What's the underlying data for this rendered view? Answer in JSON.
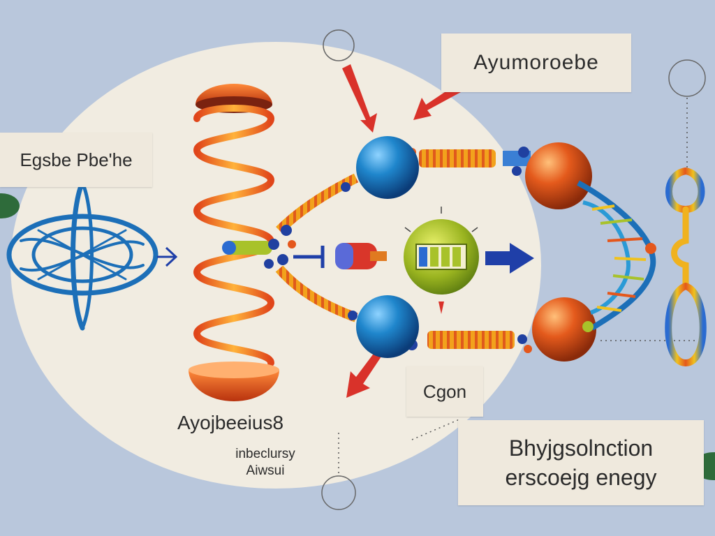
{
  "labels": {
    "top_right": "Ayumoroebe",
    "left": "Egsbe Pbe'he",
    "bottom_center": "Ayojbeeius8",
    "bottom_sub_1": "inbeclursy",
    "bottom_sub_2": "Aiwsui",
    "center_right": "Cgon",
    "bottom_right_1": "Bhyjgsolnction",
    "bottom_right_2": "erscoejg enegy"
  },
  "colors": {
    "background": "#b9c7dc",
    "disc": "#f1ece1",
    "arrow_red": "#d9322a",
    "arrow_blue": "#1f3fa8",
    "sphere_blue": "#1f7fc4",
    "sphere_orange": "#e0521b",
    "helix_orange": "#f07a22",
    "leaf_green": "#2e6b3a"
  },
  "icons": [
    "molecular-cage-icon",
    "helix-spring-icon",
    "sphere-icon",
    "battery-icon",
    "dna-helix-icon",
    "figure-eight-chain-icon",
    "arrow-icon"
  ]
}
